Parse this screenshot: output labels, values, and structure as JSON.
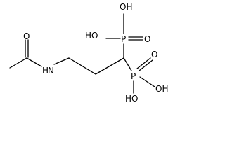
{
  "molecule": {
    "atoms": {
      "carbonyl_oxygen": "O",
      "amide_nitrogen": "H",
      "amide_nitrogen_n": "N",
      "upper_phosphorus": "P",
      "upper_phosphoryl_oxygen": "O",
      "upper_hydroxyl_top": "OH",
      "upper_hydroxyl_left": "HO",
      "lower_phosphorus": "P",
      "lower_phosphoryl_oxygen": "O",
      "lower_hydroxyl_right": "OH",
      "lower_hydroxyl_bottom": "HO"
    }
  }
}
